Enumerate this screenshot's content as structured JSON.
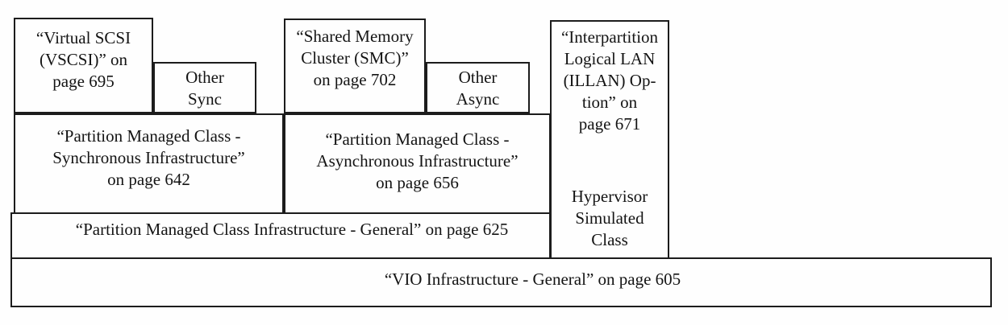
{
  "colors": {
    "line": "#1c1c1c",
    "text": "#141414",
    "background": "#fefefe"
  },
  "boxes": {
    "vscsi": {
      "label": "“Virtual SCSI\n(VSCSI)” on\npage 695"
    },
    "other_sync": {
      "label": "Other\nSync"
    },
    "smc": {
      "label": "“Shared Memory\nCluster (SMC)”\non page 702"
    },
    "other_async": {
      "label": "Other\nAsync"
    },
    "illan": {
      "label": "“Interpartition\nLogical LAN\n(ILLAN) Op-\ntion” on\npage 671"
    },
    "hypervisor_simulated": {
      "label": "Hypervisor\nSimulated\nClass"
    },
    "pmc_sync": {
      "label": "“Partition Managed Class -\nSynchronous Infrastructure”\non page 642"
    },
    "pmc_async": {
      "label": "“Partition Managed Class -\nAsynchronous Infrastructure”\non page 656"
    },
    "pmc_general": {
      "label": "“Partition Managed Class Infrastructure - General” on page 625"
    },
    "vio_general": {
      "label": "“VIO Infrastructure - General” on page 605"
    }
  }
}
